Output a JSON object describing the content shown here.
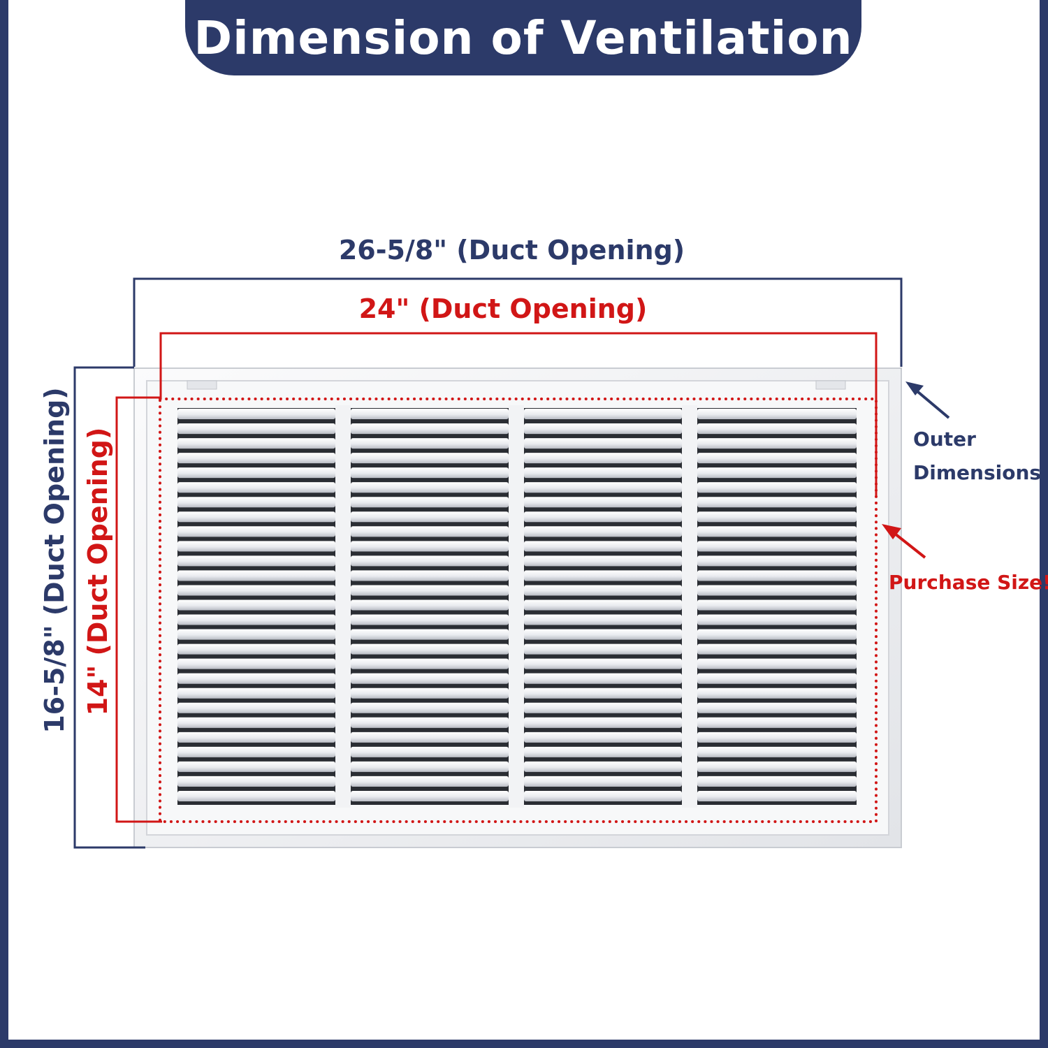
{
  "title": "Dimension of Ventilation",
  "labels": {
    "outer_width": "26-5/8\" (Duct Opening)",
    "inner_width": "24\" (Duct Opening)",
    "outer_height": "16-5/8\" (Duct Opening)",
    "inner_height": "14\" (Duct Opening)",
    "outer_dimensions": "Outer Dimensions",
    "purchase_size": "Purchase Size!"
  },
  "colors": {
    "navy": "#2c3a69",
    "red": "#d11616",
    "grille_white": "#f4f5f7"
  },
  "icons": [
    "outer-dimensions-arrow-icon",
    "purchase-size-arrow-icon"
  ]
}
